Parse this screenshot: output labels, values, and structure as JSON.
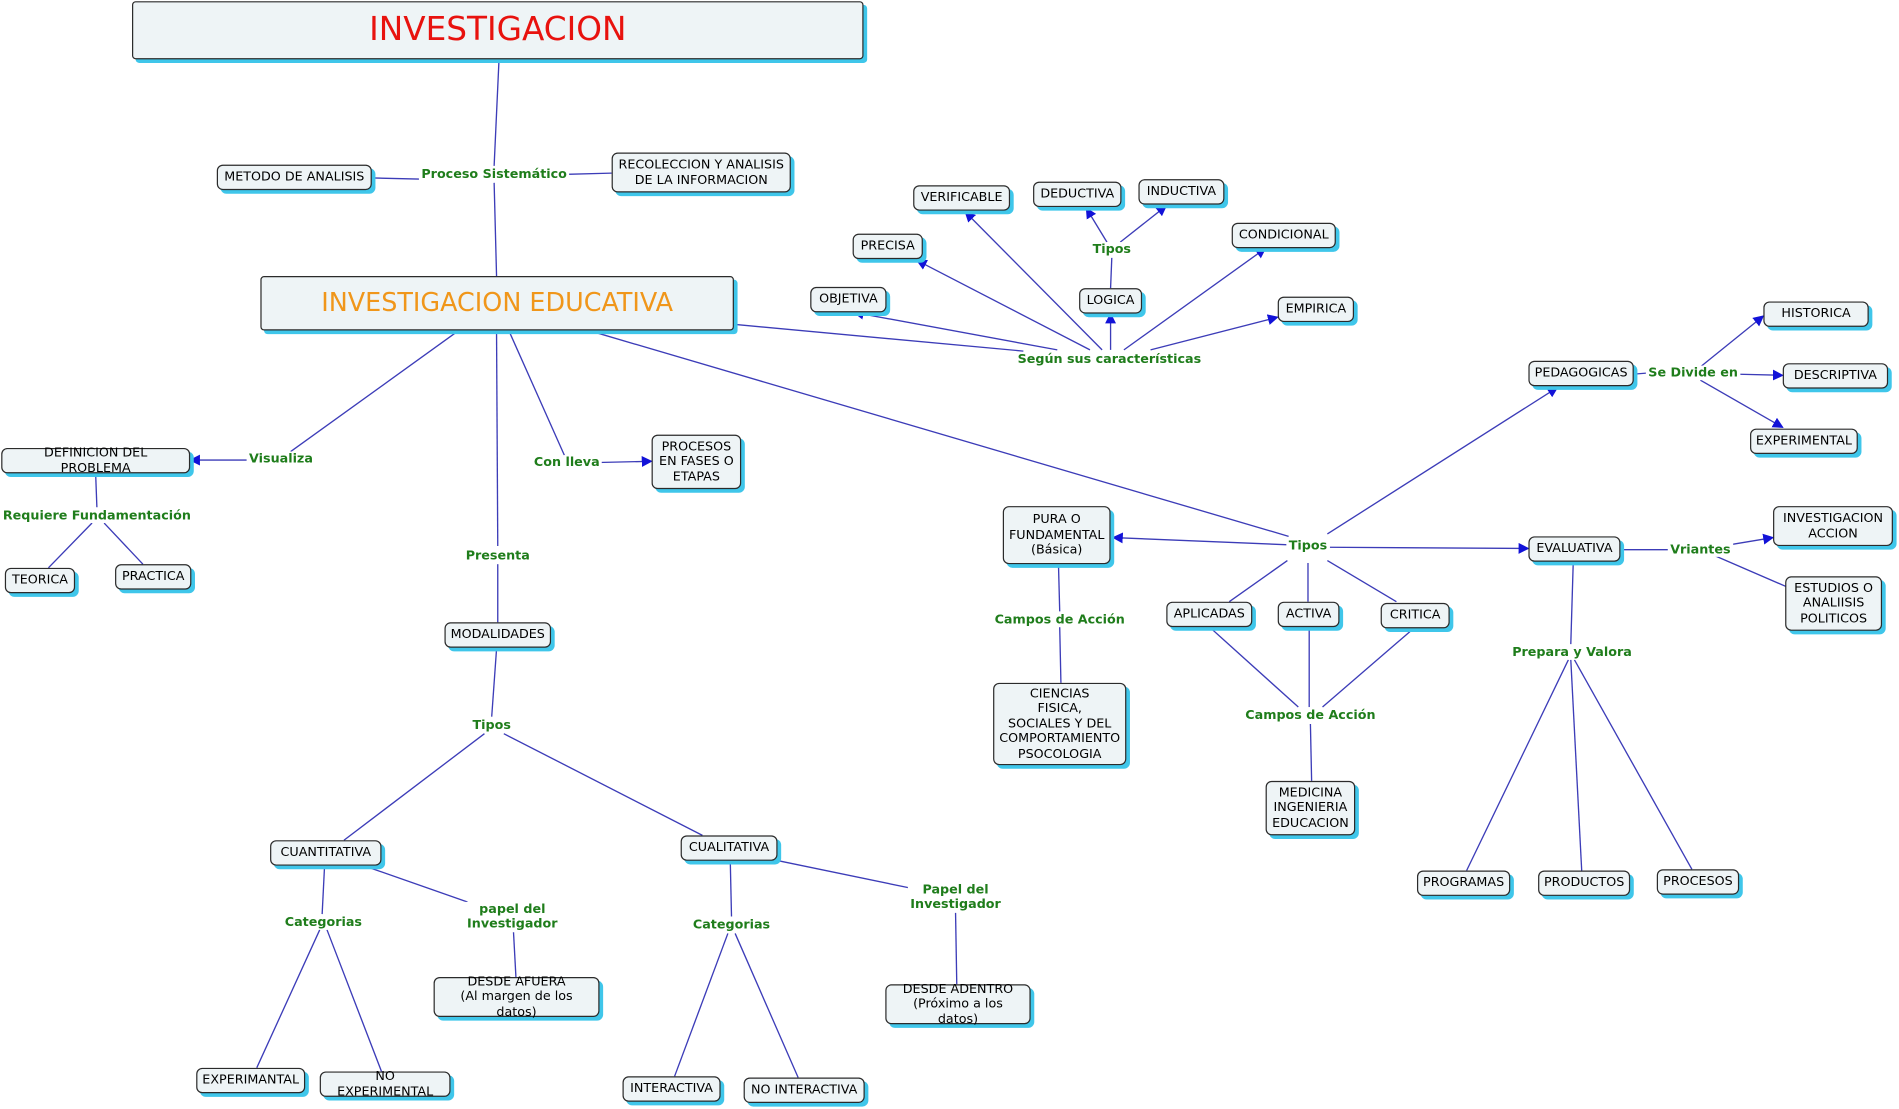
{
  "nodes": {
    "investigacion": "INVESTIGACION",
    "metodo_analisis": "METODO DE ANALISIS",
    "recoleccion": "RECOLECCION Y ANALISIS\nDE LA INFORMACION",
    "inv_educativa": "INVESTIGACION EDUCATIVA",
    "verificable": "VERIFICABLE",
    "deductiva": "DEDUCTIVA",
    "inductiva": "INDUCTIVA",
    "precisa": "PRECISA",
    "condicional": "CONDICIONAL",
    "objetiva": "OBJETIVA",
    "logica": "LOGICA",
    "empirica": "EMPIRICA",
    "definicion_problema": "DEFINICION DEL PROBLEMA",
    "teorica": "TEORICA",
    "practica": "PRACTICA",
    "procesos_fases": "PROCESOS\nEN FASES O\nETAPAS",
    "modalidades": "MODALIDADES",
    "cuantitativa": "CUANTITATIVA",
    "cualitativa": "CUALITATIVA",
    "desde_afuera": "DESDE AFUERA\n(Al margen de los datos)",
    "desde_adentro": "DESDE ADENTRO\n(Próximo a los datos)",
    "experimantal": "EXPERIMANTAL",
    "no_experimental": "NO EXPERIMENTAL",
    "interactiva": "INTERACTIVA",
    "no_interactiva": "NO INTERACTIVA",
    "pura": "PURA O\nFUNDAMENTAL\n(Básica)",
    "ciencias": "CIENCIAS\nFISICA,\nSOCIALES Y DEL\nCOMPORTAMIENTO\nPSOCOLOGIA",
    "aplicadas": "APLICADAS",
    "activa": "ACTIVA",
    "critica": "CRITICA",
    "medicina": "MEDICINA\nINGENIERIA\nEDUCACION",
    "pedagogicas": "PEDAGOGICAS",
    "historica": "HISTORICA",
    "descriptiva": "DESCRIPTIVA",
    "experimental_ped": "EXPERIMENTAL",
    "evaluativa": "EVALUATIVA",
    "inv_accion": "INVESTIGACION\nACCION",
    "estudios": "ESTUDIOS O\nANALIISIS\nPOLITICOS",
    "programas": "PROGRAMAS",
    "productos": "PRODUCTOS",
    "procesos": "PROCESOS"
  },
  "labels": {
    "proceso_sistematico": "Proceso Sistemático",
    "tipos_logica": "Tipos",
    "segun_caracteristicas": "Según sus características",
    "visualiza": "Visualiza",
    "requiere": "Requiere Fundamentación",
    "con_lleva": "Con lleva",
    "presenta": "Presenta",
    "tipos_modalidades": "Tipos",
    "categorias_cuant": "Categorias",
    "papel_cuant": "papel del\nInvestigador",
    "categorias_cual": "Categorias",
    "papel_cual": "Papel del\nInvestigador",
    "tipos_main": "Tipos",
    "campos_pura": "Campos de Acción",
    "campos_aplicadas": "Campos de Acción",
    "se_divide": "Se Divide en",
    "vriantes": "Vriantes",
    "prepara": "Prepara y Valora"
  },
  "colors": {
    "node_fill": "#eef4f6",
    "node_shadow": "#3fc6ea",
    "link_line": "#3c3cb8",
    "arrow_head": "#1212d8",
    "label_text": "#1f7d1b",
    "title_red": "#e8120e",
    "title_orange": "#f0961a"
  }
}
